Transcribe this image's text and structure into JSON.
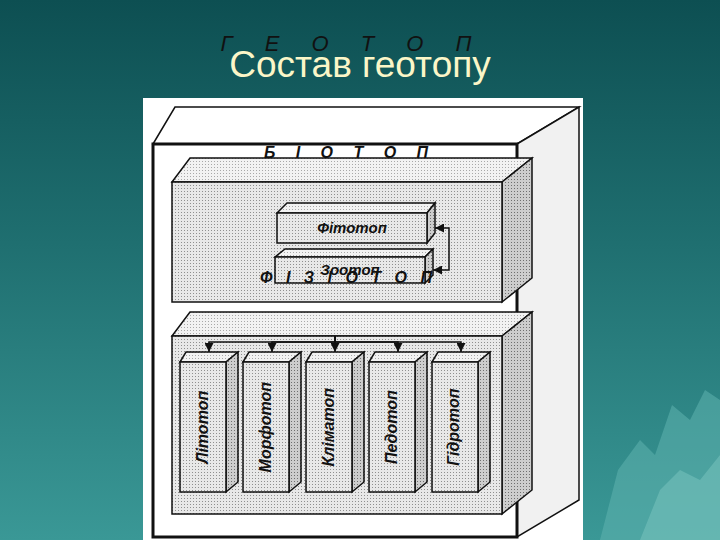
{
  "diagram": {
    "title": "Состав геотопу",
    "nodes": [
      {
        "text": [
          "Г Е О Т О П"
        ]
      },
      {
        "text": [
          "Б І О Т О П"
        ],
        "in": 0
      },
      {
        "text": [
          "Фітотоп"
        ],
        "in": 1
      },
      {
        "text": [
          "Зоотоп"
        ],
        "in": 1
      },
      {
        "text": [
          "Ф І З І О Т О П"
        ],
        "in": 0
      },
      {
        "text": [
          "Літотоп"
        ],
        "in": 4
      },
      {
        "text": [
          "Морфотоп"
        ],
        "in": 4
      },
      {
        "text": [
          "Кліматоп"
        ],
        "in": 4
      },
      {
        "text": [
          "Педотоп"
        ],
        "in": 4
      },
      {
        "text": [
          "Гідротоп"
        ],
        "in": 4
      }
    ],
    "edges": [
      {
        "from": 2,
        "to": 3,
        "arrow": "both"
      },
      {
        "from": 4,
        "to": 5,
        "arrow": "to"
      },
      {
        "from": 4,
        "to": 6,
        "arrow": "to"
      },
      {
        "from": 4,
        "to": 7,
        "arrow": "to"
      },
      {
        "from": 4,
        "to": 8,
        "arrow": "to"
      },
      {
        "from": 4,
        "to": 9,
        "arrow": "to"
      }
    ]
  }
}
